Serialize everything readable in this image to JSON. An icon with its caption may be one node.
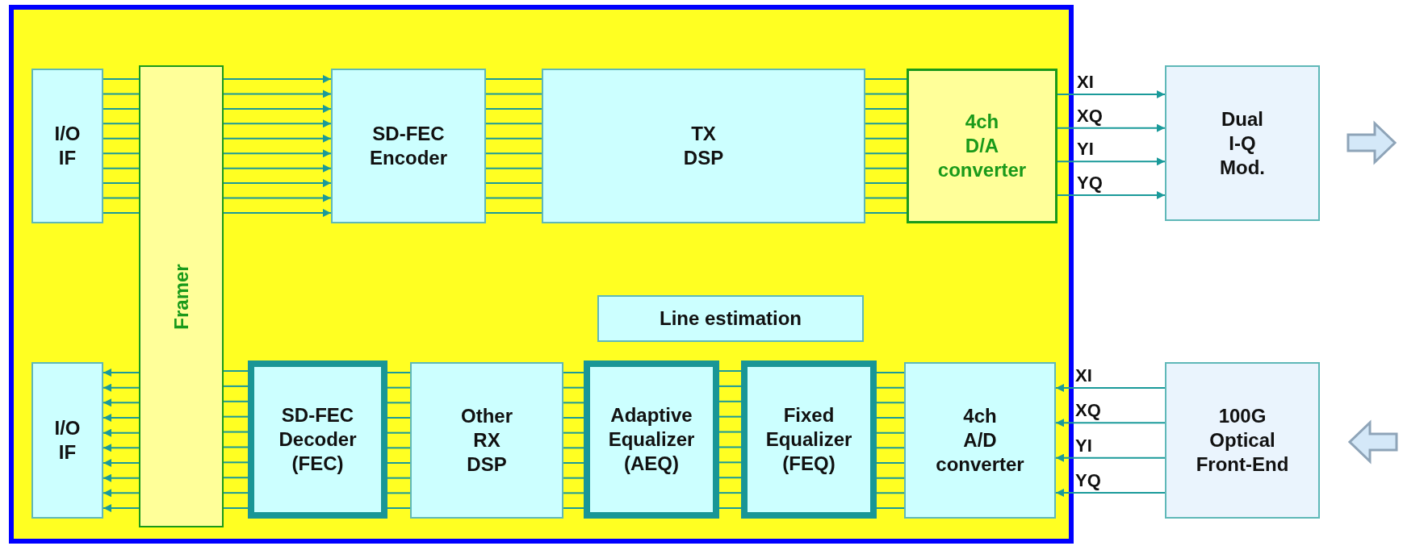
{
  "diagram": {
    "nodes": [
      {
        "text": [],
        "shape": "box"
      },
      {
        "text": [
          "I/O IF"
        ],
        "in": 0
      },
      {
        "text": [
          "Framer"
        ],
        "in": 0
      },
      {
        "text": [
          "SD-FEC Encoder"
        ],
        "in": 0
      },
      {
        "text": [
          "TX DSP"
        ],
        "in": 0
      },
      {
        "text": [
          "4ch D/A converter"
        ],
        "in": 0
      },
      {
        "text": [
          "Dual I-Q Mod."
        ]
      },
      {
        "text": [
          "Line estimation"
        ],
        "in": 0
      },
      {
        "text": [
          "I/O IF"
        ],
        "in": 0
      },
      {
        "text": [
          "SD-FEC Decoder (FEC)"
        ],
        "in": 0
      },
      {
        "text": [
          "Other RX DSP"
        ],
        "in": 0
      },
      {
        "text": [
          "Adaptive Equalizer (AEQ)"
        ],
        "in": 0
      },
      {
        "text": [
          "Fixed Equalizer (FEQ)"
        ],
        "in": 0
      },
      {
        "text": [
          "4ch A/D converter"
        ],
        "in": 0
      },
      {
        "text": [
          "100G Optical Front-End"
        ]
      }
    ],
    "edges": [
      {
        "from": 1,
        "to": 2,
        "arrow": "none"
      },
      {
        "from": 1,
        "to": 2,
        "arrow": "none"
      },
      {
        "from": 1,
        "to": 2,
        "arrow": "none"
      },
      {
        "from": 1,
        "to": 2,
        "arrow": "none"
      },
      {
        "from": 1,
        "to": 2,
        "arrow": "none"
      },
      {
        "from": 1,
        "to": 2,
        "arrow": "none"
      },
      {
        "from": 1,
        "to": 2,
        "arrow": "none"
      },
      {
        "from": 1,
        "to": 2,
        "arrow": "none"
      },
      {
        "from": 1,
        "to": 2,
        "arrow": "none"
      },
      {
        "from": 1,
        "to": 2,
        "arrow": "none"
      },
      {
        "from": 2,
        "to": 3,
        "arrow": "to"
      },
      {
        "from": 2,
        "to": 3,
        "arrow": "to"
      },
      {
        "from": 2,
        "to": 3,
        "arrow": "to"
      },
      {
        "from": 2,
        "to": 3,
        "arrow": "to"
      },
      {
        "from": 2,
        "to": 3,
        "arrow": "to"
      },
      {
        "from": 2,
        "to": 3,
        "arrow": "to"
      },
      {
        "from": 2,
        "to": 3,
        "arrow": "to"
      },
      {
        "from": 2,
        "to": 3,
        "arrow": "to"
      },
      {
        "from": 2,
        "to": 3,
        "arrow": "to"
      },
      {
        "from": 2,
        "to": 3,
        "arrow": "to"
      },
      {
        "from": 3,
        "to": 4,
        "arrow": "none"
      },
      {
        "from": 3,
        "to": 4,
        "arrow": "none"
      },
      {
        "from": 3,
        "to": 4,
        "arrow": "none"
      },
      {
        "from": 3,
        "to": 4,
        "arrow": "none"
      },
      {
        "from": 3,
        "to": 4,
        "arrow": "none"
      },
      {
        "from": 3,
        "to": 4,
        "arrow": "none"
      },
      {
        "from": 3,
        "to": 4,
        "arrow": "none"
      },
      {
        "from": 3,
        "to": 4,
        "arrow": "none"
      },
      {
        "from": 3,
        "to": 4,
        "arrow": "none"
      },
      {
        "from": 3,
        "to": 4,
        "arrow": "none"
      },
      {
        "from": 4,
        "to": 5,
        "arrow": "none"
      },
      {
        "from": 4,
        "to": 5,
        "arrow": "none"
      },
      {
        "from": 4,
        "to": 5,
        "arrow": "none"
      },
      {
        "from": 4,
        "to": 5,
        "arrow": "none"
      },
      {
        "from": 4,
        "to": 5,
        "arrow": "none"
      },
      {
        "from": 4,
        "to": 5,
        "arrow": "none"
      },
      {
        "from": 4,
        "to": 5,
        "arrow": "none"
      },
      {
        "from": 4,
        "to": 5,
        "arrow": "none"
      },
      {
        "from": 4,
        "to": 5,
        "arrow": "none"
      },
      {
        "from": 4,
        "to": 5,
        "arrow": "none"
      },
      {
        "from": 5,
        "to": 6,
        "arrow": "to",
        "label": "XI"
      },
      {
        "from": 5,
        "to": 6,
        "arrow": "to",
        "label": "XQ"
      },
      {
        "from": 5,
        "to": 6,
        "arrow": "to",
        "label": "YI"
      },
      {
        "from": 5,
        "to": 6,
        "arrow": "to",
        "label": "YQ"
      },
      {
        "from": 2,
        "to": 8,
        "arrow": "to"
      },
      {
        "from": 2,
        "to": 8,
        "arrow": "to"
      },
      {
        "from": 2,
        "to": 8,
        "arrow": "to"
      },
      {
        "from": 2,
        "to": 8,
        "arrow": "to"
      },
      {
        "from": 2,
        "to": 8,
        "arrow": "to"
      },
      {
        "from": 2,
        "to": 8,
        "arrow": "to"
      },
      {
        "from": 2,
        "to": 8,
        "arrow": "to"
      },
      {
        "from": 2,
        "to": 8,
        "arrow": "to"
      },
      {
        "from": 2,
        "to": 8,
        "arrow": "to"
      },
      {
        "from": 2,
        "to": 8,
        "arrow": "to"
      },
      {
        "from": 9,
        "to": 2,
        "arrow": "none"
      },
      {
        "from": 9,
        "to": 2,
        "arrow": "none"
      },
      {
        "from": 9,
        "to": 2,
        "arrow": "none"
      },
      {
        "from": 9,
        "to": 2,
        "arrow": "none"
      },
      {
        "from": 9,
        "to": 2,
        "arrow": "none"
      },
      {
        "from": 9,
        "to": 2,
        "arrow": "none"
      },
      {
        "from": 9,
        "to": 2,
        "arrow": "none"
      },
      {
        "from": 9,
        "to": 2,
        "arrow": "none"
      },
      {
        "from": 9,
        "to": 2,
        "arrow": "none"
      },
      {
        "from": 9,
        "to": 2,
        "arrow": "none"
      },
      {
        "from": 10,
        "to": 9,
        "arrow": "none"
      },
      {
        "from": 10,
        "to": 9,
        "arrow": "none"
      },
      {
        "from": 10,
        "to": 9,
        "arrow": "none"
      },
      {
        "from": 10,
        "to": 9,
        "arrow": "none"
      },
      {
        "from": 10,
        "to": 9,
        "arrow": "none"
      },
      {
        "from": 10,
        "to": 9,
        "arrow": "none"
      },
      {
        "from": 10,
        "to": 9,
        "arrow": "none"
      },
      {
        "from": 10,
        "to": 9,
        "arrow": "none"
      },
      {
        "from": 10,
        "to": 9,
        "arrow": "none"
      },
      {
        "from": 10,
        "to": 9,
        "arrow": "none"
      },
      {
        "from": 11,
        "to": 10,
        "arrow": "none"
      },
      {
        "from": 11,
        "to": 10,
        "arrow": "none"
      },
      {
        "from": 11,
        "to": 10,
        "arrow": "none"
      },
      {
        "from": 11,
        "to": 10,
        "arrow": "none"
      },
      {
        "from": 11,
        "to": 10,
        "arrow": "none"
      },
      {
        "from": 11,
        "to": 10,
        "arrow": "none"
      },
      {
        "from": 11,
        "to": 10,
        "arrow": "none"
      },
      {
        "from": 11,
        "to": 10,
        "arrow": "none"
      },
      {
        "from": 11,
        "to": 10,
        "arrow": "none"
      },
      {
        "from": 11,
        "to": 10,
        "arrow": "none"
      },
      {
        "from": 12,
        "to": 11,
        "arrow": "none"
      },
      {
        "from": 12,
        "to": 11,
        "arrow": "none"
      },
      {
        "from": 12,
        "to": 11,
        "arrow": "none"
      },
      {
        "from": 12,
        "to": 11,
        "arrow": "none"
      },
      {
        "from": 12,
        "to": 11,
        "arrow": "none"
      },
      {
        "from": 12,
        "to": 11,
        "arrow": "none"
      },
      {
        "from": 12,
        "to": 11,
        "arrow": "none"
      },
      {
        "from": 12,
        "to": 11,
        "arrow": "none"
      },
      {
        "from": 12,
        "to": 11,
        "arrow": "none"
      },
      {
        "from": 12,
        "to": 11,
        "arrow": "none"
      },
      {
        "from": 13,
        "to": 12,
        "arrow": "none"
      },
      {
        "from": 13,
        "to": 12,
        "arrow": "none"
      },
      {
        "from": 13,
        "to": 12,
        "arrow": "none"
      },
      {
        "from": 13,
        "to": 12,
        "arrow": "none"
      },
      {
        "from": 13,
        "to": 12,
        "arrow": "none"
      },
      {
        "from": 13,
        "to": 12,
        "arrow": "none"
      },
      {
        "from": 13,
        "to": 12,
        "arrow": "none"
      },
      {
        "from": 13,
        "to": 12,
        "arrow": "none"
      },
      {
        "from": 13,
        "to": 12,
        "arrow": "none"
      },
      {
        "from": 13,
        "to": 12,
        "arrow": "none"
      },
      {
        "from": 14,
        "to": 13,
        "arrow": "to",
        "label": "XI"
      },
      {
        "from": 14,
        "to": 13,
        "arrow": "to",
        "label": "XQ"
      },
      {
        "from": 14,
        "to": 13,
        "arrow": "to",
        "label": "YI"
      },
      {
        "from": 14,
        "to": 13,
        "arrow": "to",
        "label": "YQ"
      }
    ]
  }
}
